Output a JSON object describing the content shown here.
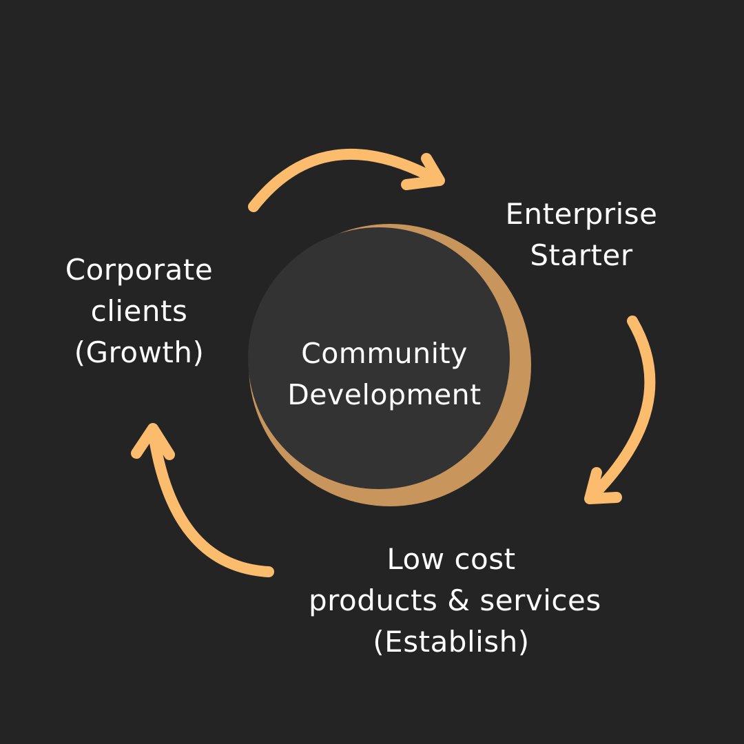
{
  "colors": {
    "background": "#242424",
    "arrow": "#fbbc6e",
    "circle_back": "#c8955d",
    "circle_front": "#333333",
    "text": "#ffffff"
  },
  "center": {
    "line1": "Community",
    "line2": "Development"
  },
  "cycle": [
    {
      "id": "enterprise",
      "lines": [
        "Enterprise",
        "Starter"
      ]
    },
    {
      "id": "lowcost",
      "lines": [
        "Low cost",
        "products & services",
        "(Establish)"
      ]
    },
    {
      "id": "corporate",
      "lines": [
        "Corporate",
        "clients",
        "(Growth)"
      ]
    }
  ],
  "arrows": [
    {
      "from": "corporate",
      "to": "enterprise",
      "icon": "curved-arrow-icon"
    },
    {
      "from": "enterprise",
      "to": "lowcost",
      "icon": "curved-arrow-icon"
    },
    {
      "from": "lowcost",
      "to": "corporate",
      "icon": "curved-arrow-icon"
    }
  ]
}
